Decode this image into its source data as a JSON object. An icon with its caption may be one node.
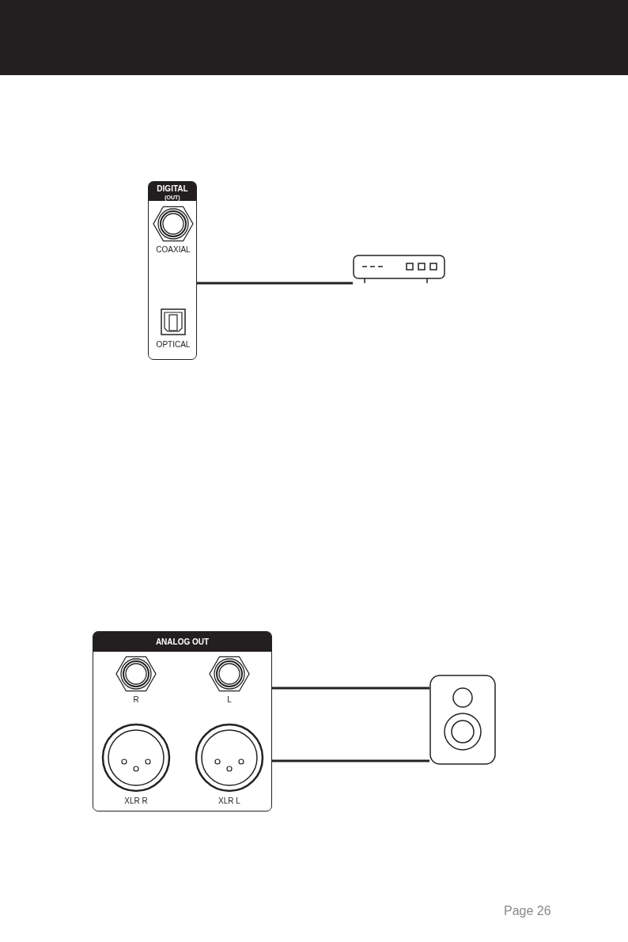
{
  "diagram": {
    "nodes": [
      {
        "text": [
          "DIGITAL",
          "(OUT)"
        ]
      },
      {
        "text": [
          "COAXIAL"
        ],
        "in": 0
      },
      {
        "text": [
          "OPTICAL"
        ],
        "in": 0
      },
      {
        "text": [],
        "shape": "box"
      },
      {
        "text": [
          "ANALOG OUT"
        ]
      },
      {
        "text": [
          "R"
        ],
        "in": 4
      },
      {
        "text": [
          "L"
        ],
        "in": 4
      },
      {
        "text": [
          "XLR R"
        ],
        "in": 4
      },
      {
        "text": [
          "XLR L"
        ],
        "in": 4
      },
      {
        "text": [],
        "shape": "speaker"
      }
    ],
    "edges": [
      {
        "from": 0,
        "to": 3,
        "arrow": "none"
      },
      {
        "from": 4,
        "to": 9,
        "arrow": "none"
      },
      {
        "from": 4,
        "to": 9,
        "arrow": "none"
      }
    ],
    "labels": [
      "Page 26"
    ]
  }
}
